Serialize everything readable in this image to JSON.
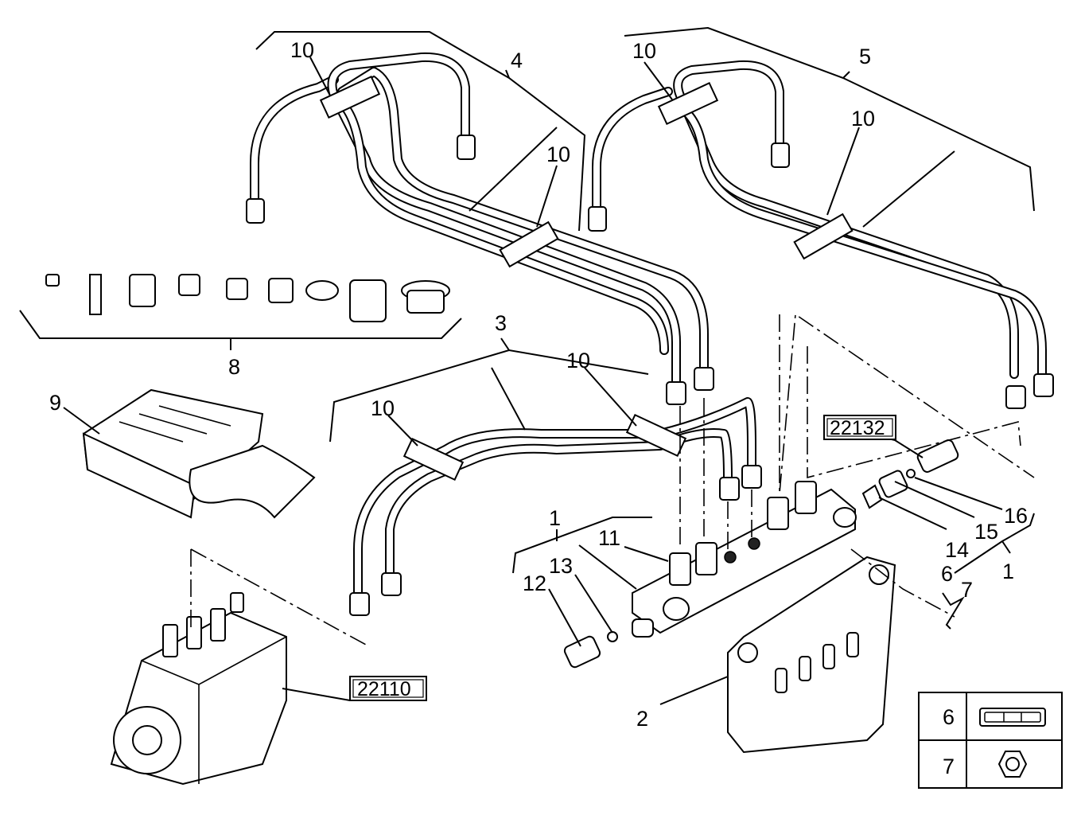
{
  "callouts": {
    "c1a": "1",
    "c1b": "1",
    "c2": "2",
    "c3": "3",
    "c4": "4",
    "c5": "5",
    "c6": "6",
    "c7": "7",
    "c8": "8",
    "c9": "9",
    "c10a": "10",
    "c10b": "10",
    "c10c": "10",
    "c10d": "10",
    "c10e": "10",
    "c10f": "10",
    "c11": "11",
    "c12": "12",
    "c13": "13",
    "c14": "14",
    "c15": "15",
    "c16": "16"
  },
  "references": {
    "ref_22132": "22132",
    "ref_22110": "22110"
  },
  "legend": {
    "row6_number": "6",
    "row6_icon": "clamp-icon",
    "row7_number": "7",
    "row7_icon": "hex-nut-icon"
  }
}
